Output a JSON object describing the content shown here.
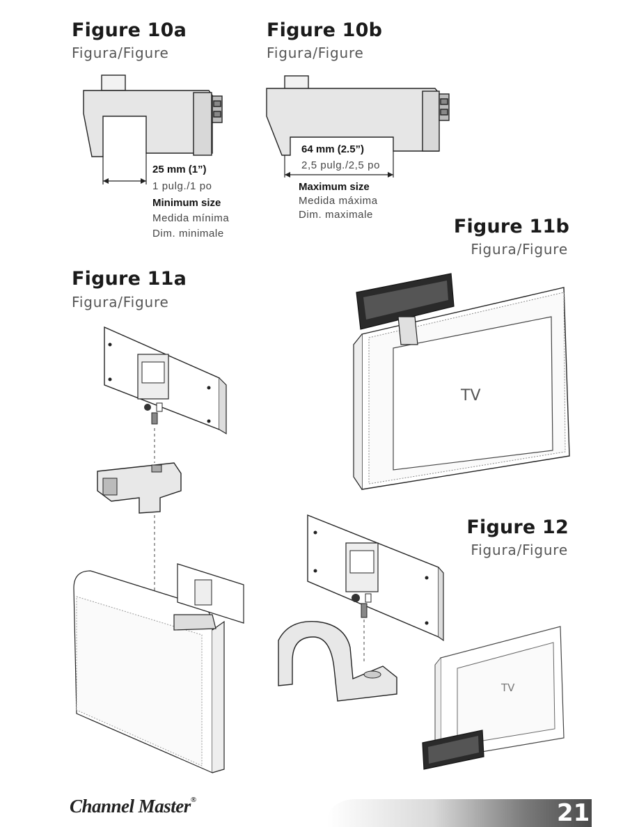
{
  "fig10a": {
    "title": "Figure 10a",
    "subtitle": "Figura/Figure",
    "dim": "25 mm (1”)",
    "dim_alt": "1 pulg./1 po",
    "size_label": "Minimum size",
    "size_es": "Medida mínima",
    "size_fr": "Dim. minimale"
  },
  "fig10b": {
    "title": "Figure 10b",
    "subtitle": "Figura/Figure",
    "dim": "64 mm (2.5”)",
    "dim_alt": "2,5 pulg./2,5 po",
    "size_label": "Maximum size",
    "size_es": "Medida máxima",
    "size_fr": "Dim. maximale"
  },
  "fig11a": {
    "title": "Figure 11a",
    "subtitle": "Figura/Figure"
  },
  "fig11b": {
    "title": "Figure 11b",
    "subtitle": "Figura/Figure",
    "tv_label": "TV"
  },
  "fig12": {
    "title": "Figure 12",
    "subtitle": "Figura/Figure",
    "tv_label": "TV"
  },
  "footer": {
    "brand": "Channel Master",
    "brand_mark": "®",
    "page_number": "21"
  }
}
